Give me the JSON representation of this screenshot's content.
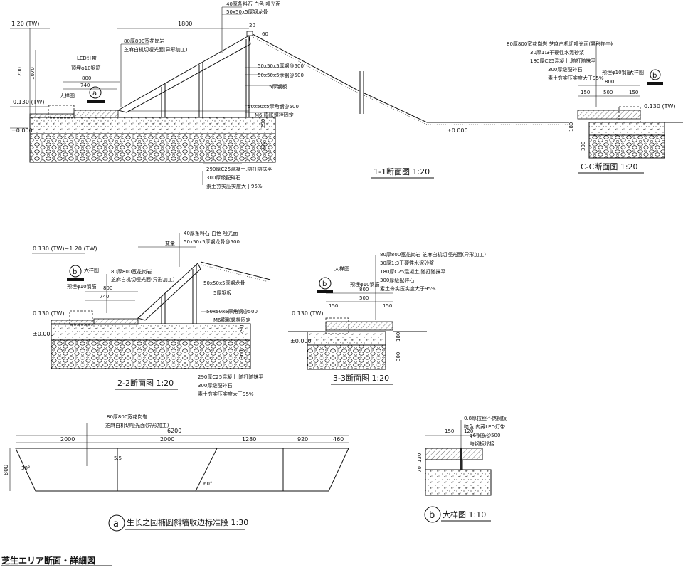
{
  "sheet_title": "芝生エリア断面・詳細図",
  "sec11": {
    "title": "1-1断面图 1:20",
    "top_level": "1.20 (TW)",
    "mid_level": "0.130 (TW)",
    "zero_left": "±0.000",
    "zero_bottom": "±0.000",
    "span": "1800",
    "dim_1200": "1200",
    "dim_1070": "1070",
    "dim_800": "800",
    "dim_740": "740",
    "dim_290": "290",
    "dim_300": "300",
    "dim_60": "60",
    "dim_20": "20",
    "callout_marker": "a",
    "notes": [
      "40厚条料石 白色 哑光面",
      "50x50x5厚钢龙骨",
      "80厚800宽花岗岩",
      "芝麻白机切哑光面(异形加工)",
      "LED灯带",
      "预埋φ10钢筋",
      "大样图",
      "50x50x5厚钢@500",
      "50x50x5厚钢@500",
      "5厚钢板",
      "50x50x5厚角钢@500",
      "M6 膨胀螺栓固定",
      "290厚C25混凝土,随打随抹平",
      "300厚级配碎石",
      "素土夯实压实度大于95%"
    ]
  },
  "secCC": {
    "title": "C-C断面图 1:20",
    "level": "0.130 (TW)",
    "notes": [
      "80厚800宽花岗岩 芝麻白机切哑光面(异形加工)",
      "30厚1:3干硬性水泥砂浆",
      "180厚C25混凝土,随打随抹平",
      "300厚级配碎石",
      "素土夯实压实度大于95%"
    ],
    "embed": "预埋φ10钢筋",
    "detail": "大样图",
    "dim_800": "800",
    "dim_500": "500",
    "dim_150a": "150",
    "dim_150b": "150",
    "dim_180": "180",
    "dim_300": "300",
    "callout_marker": "b"
  },
  "sec22": {
    "title": "2-2断面图 1:20",
    "level": "0.130 (TW)~1.20 (TW)",
    "level2": "0.130 (TW)",
    "zero": "±0.000",
    "variable": "变量",
    "callout_marker": "b",
    "dim_800": "800",
    "dim_740": "740",
    "dim_290": "290",
    "dim_300": "300",
    "notes": [
      "40厚条料石 白色 哑光面",
      "50x50x5厚钢龙骨@500",
      "大样图",
      "80厚800宽花岗岩",
      "芝麻白机切哑光面(异形加工)",
      "预埋φ10钢筋",
      "50x50x5厚钢龙骨",
      "5厚钢板",
      "50x50x5厚角钢@500",
      "M6膨胀螺栓固定",
      "290厚C25混凝土,随打随抹平",
      "300厚级配碎石",
      "素土夯实压实度大于95%"
    ]
  },
  "sec33": {
    "title": "3-3断面图 1:20",
    "level": "0.130 (TW)",
    "zero": "±0.000",
    "callout_marker": "b",
    "detail": "大样图",
    "embed": "预埋φ10钢筋",
    "dim_800": "800",
    "dim_500": "500",
    "dim_150a": "150",
    "dim_150b": "150",
    "dim_180": "180",
    "dim_300": "300",
    "notes": [
      "80厚800宽花岗岩 芝麻白机切哑光面(异形加工)",
      "30厚1:3干硬性水泥砂浆",
      "180厚C25混凝土,随打随抹平",
      "300厚级配碎石",
      "素土夯实压实度大于95%"
    ]
  },
  "plan": {
    "title": "生长之园椭圆斜墙收边标准段 1:30",
    "callout_marker": "a",
    "note1": "80厚800宽花岗岩",
    "note2": "芝麻白机切哑光面(异形加工)",
    "total": "6200",
    "segments": [
      "2000",
      "2000",
      "1280",
      "920",
      "460"
    ],
    "height": "800",
    "angle1": "30°",
    "angle2": "60°",
    "mid_mark": "5.5"
  },
  "detailB": {
    "title": "大样图 1:10",
    "callout_marker": "b",
    "dims": [
      "150",
      "120",
      "130",
      "70"
    ],
    "notes": [
      "0.8厚拉丝不锈钢板",
      "暗色 内藏LED灯带",
      "φ6钢筋@500",
      "与钢板焊接"
    ]
  }
}
